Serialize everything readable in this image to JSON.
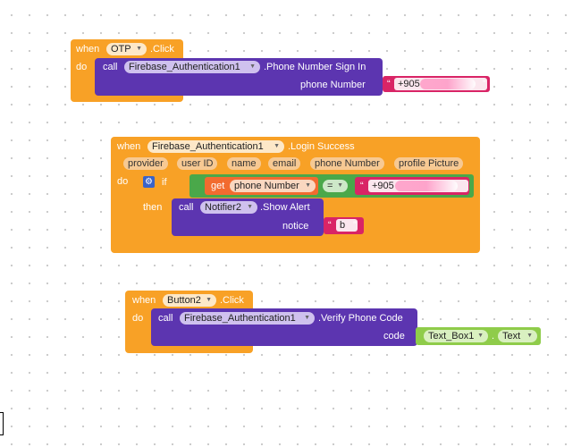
{
  "blocks": {
    "otp_click": {
      "when": "when",
      "component": "OTP",
      "event": ".Click",
      "do": "do",
      "call": "call",
      "callee": "Firebase_Authentication1",
      "method": ".Phone Number Sign In",
      "param": "phone Number",
      "value_prefix": "+905"
    },
    "login_success": {
      "when": "when",
      "component": "Firebase_Authentication1",
      "event": ".Login Success",
      "params": [
        "provider",
        "user ID",
        "name",
        "email",
        "phone Number",
        "profile Picture"
      ],
      "do": "do",
      "if": "if",
      "get": "get",
      "get_var": "phone Number",
      "op": "=",
      "compare_prefix": "+905",
      "then": "then",
      "call": "call",
      "callee": "Notifier2",
      "method": ".Show Alert",
      "param": "notice",
      "notice_value": "b"
    },
    "button2_click": {
      "when": "when",
      "component": "Button2",
      "event": ".Click",
      "do": "do",
      "call": "call",
      "callee": "Firebase_Authentication1",
      "method": ".Verify Phone Code",
      "param": "code",
      "textbox": "Text_Box1",
      "dot": ".",
      "prop": "Text"
    }
  },
  "colors": {
    "event": "#f8a126",
    "procedure": "#5c35b0",
    "logic": "#4aa84a",
    "text": "#d92466",
    "variable": "#f26b2f",
    "component": "#8fcc4a"
  }
}
